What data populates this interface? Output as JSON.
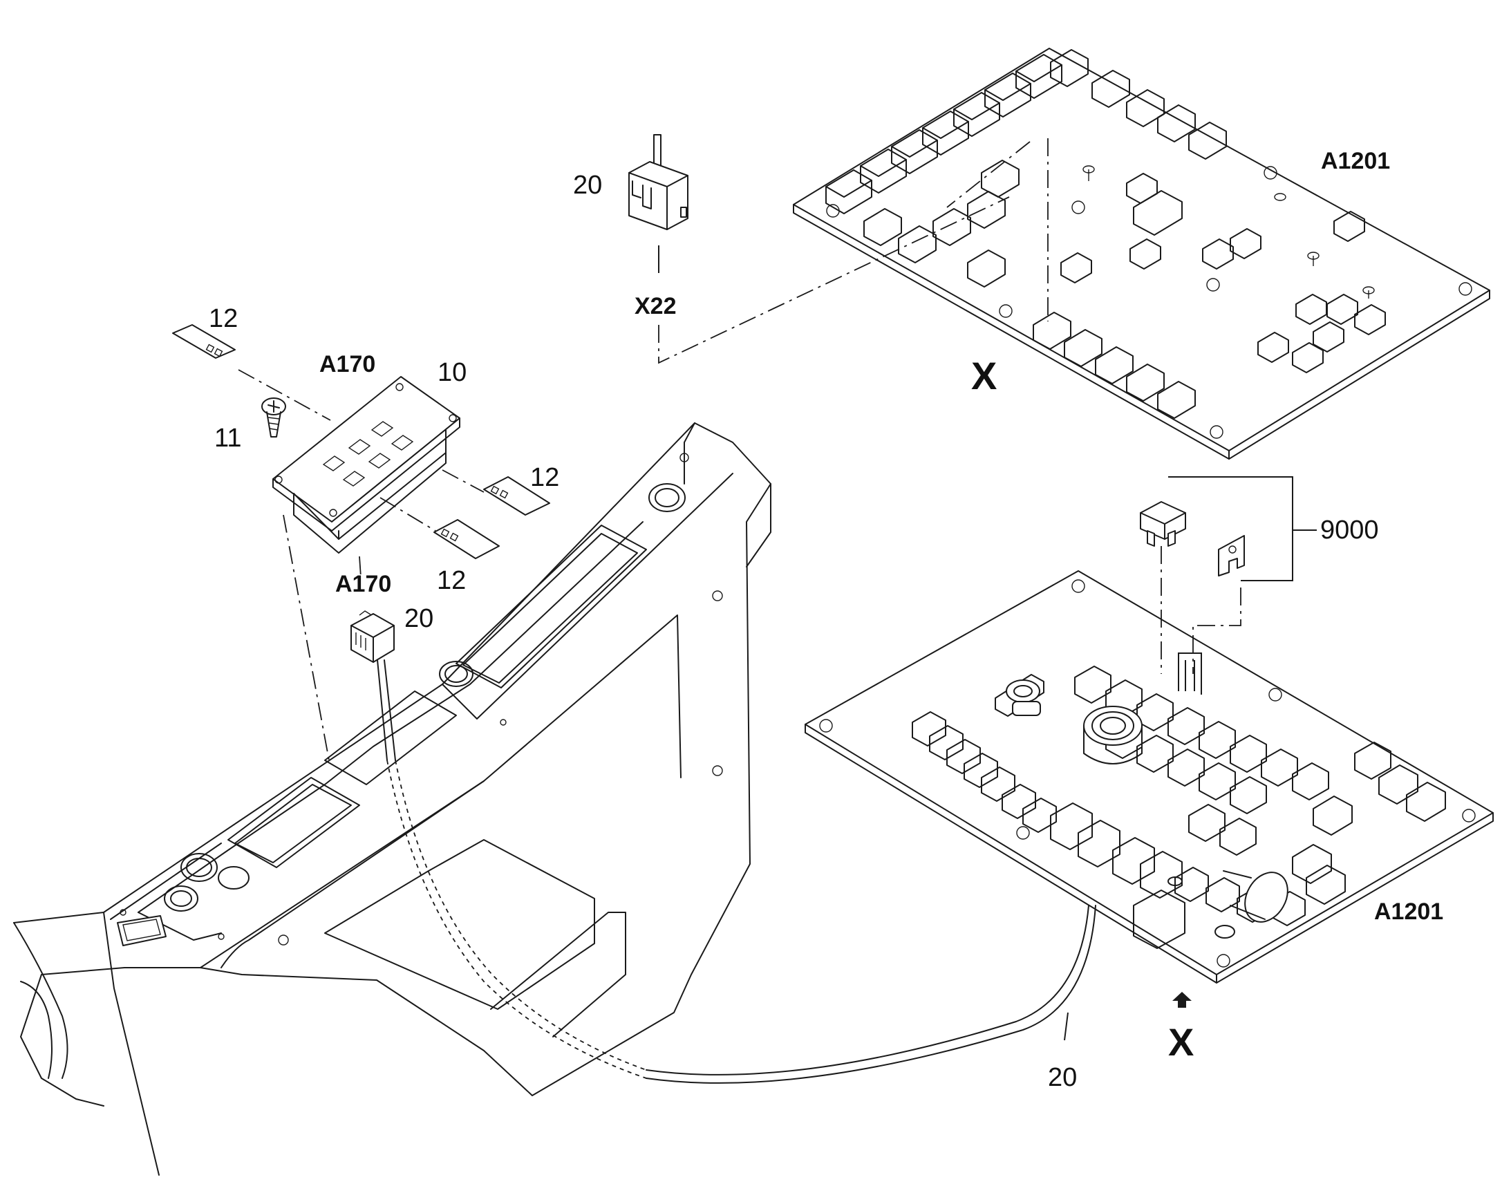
{
  "callouts": {
    "item_20_top": "20",
    "x22": "X22",
    "a1201_top": "A1201",
    "x_top": "X",
    "item_12_top": "12",
    "a170_top": "A170",
    "item_10": "10",
    "item_11": "11",
    "item_12_right": "12",
    "item_12_bottom": "12",
    "a170_bottom": "A170",
    "item_20_mid": "20",
    "item_9000": "9000",
    "a1201_bottom": "A1201",
    "x_bottom": "X",
    "item_20_bottom": "20"
  },
  "icons": {
    "view_arrow": "up-arrow-icon"
  }
}
